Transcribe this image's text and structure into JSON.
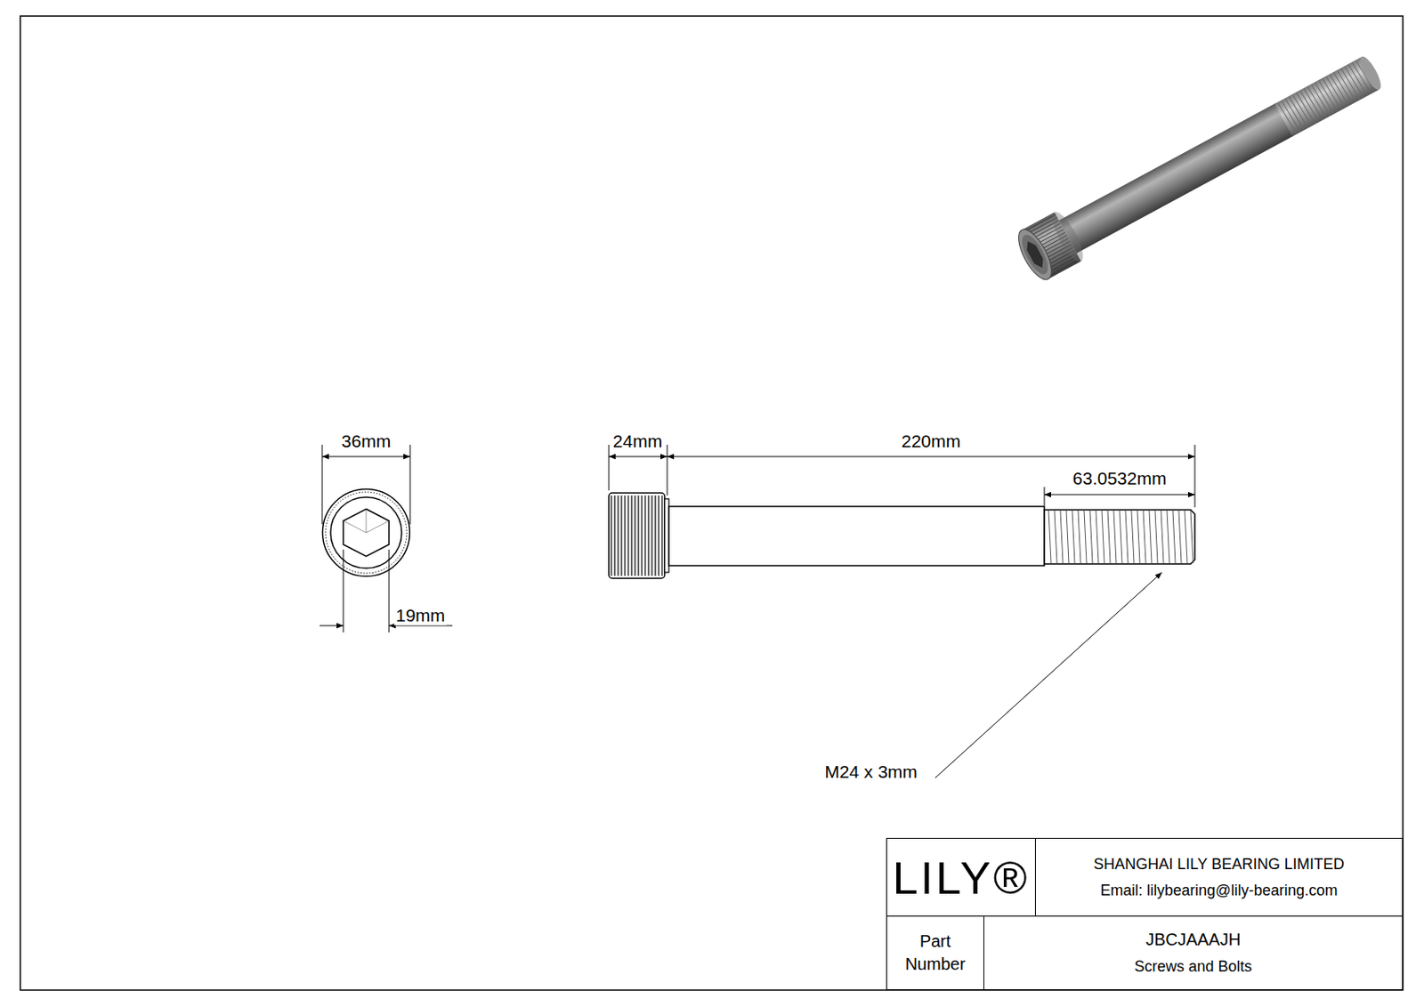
{
  "diagram": {
    "nodes": [
      {
        "text": [
          "LILY®"
        ]
      },
      {
        "text": [
          "SHANGHAI LILY BEARING LIMITED",
          "Email: lilybearing@lily-bearing.com"
        ]
      },
      {
        "text": [
          "Part Number"
        ]
      },
      {
        "text": [
          "JBCJAAAJH",
          "Screws and Bolts"
        ]
      }
    ],
    "labels": [
      "36mm",
      "19mm",
      "24mm",
      "220mm",
      "63.0532mm",
      "M24 x 3mm"
    ]
  }
}
